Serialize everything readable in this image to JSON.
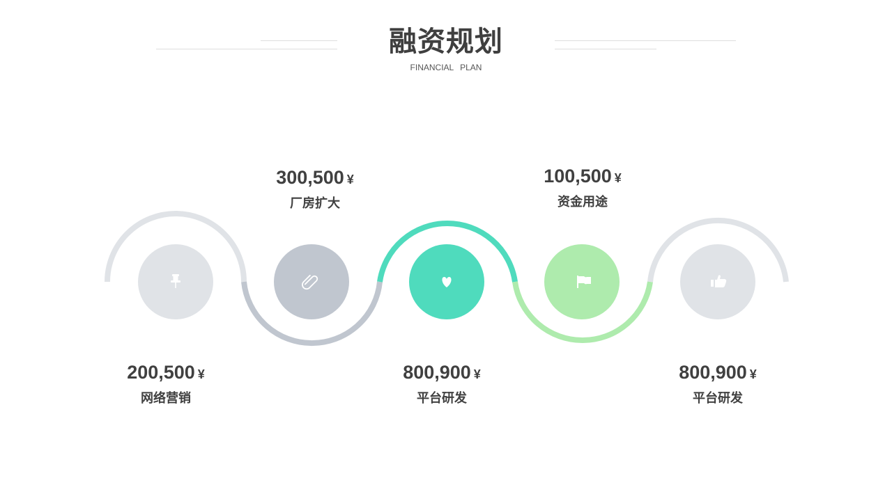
{
  "header": {
    "title": "融资规划",
    "subtitle": "FINANCIAL PLAN"
  },
  "steps": [
    {
      "amount": "200,500",
      "currency": "¥",
      "label": "网络营销",
      "icon": "pin-icon",
      "color": "#e0e3e7",
      "position": "below"
    },
    {
      "amount": "300,500",
      "currency": "¥",
      "label": "厂房扩大",
      "icon": "paperclip-icon",
      "color": "#c0c6cf",
      "position": "above"
    },
    {
      "amount": "800,900",
      "currency": "¥",
      "label": "平台研发",
      "icon": "heart-icon",
      "color": "#4fdbbd",
      "position": "below"
    },
    {
      "amount": "100,500",
      "currency": "¥",
      "label": "资金用途",
      "icon": "flag-icon",
      "color": "#aeebad",
      "position": "above"
    },
    {
      "amount": "800,900",
      "currency": "¥",
      "label": "平台研发",
      "icon": "thumbs-up-icon",
      "color": "#e0e3e7",
      "position": "below"
    }
  ]
}
